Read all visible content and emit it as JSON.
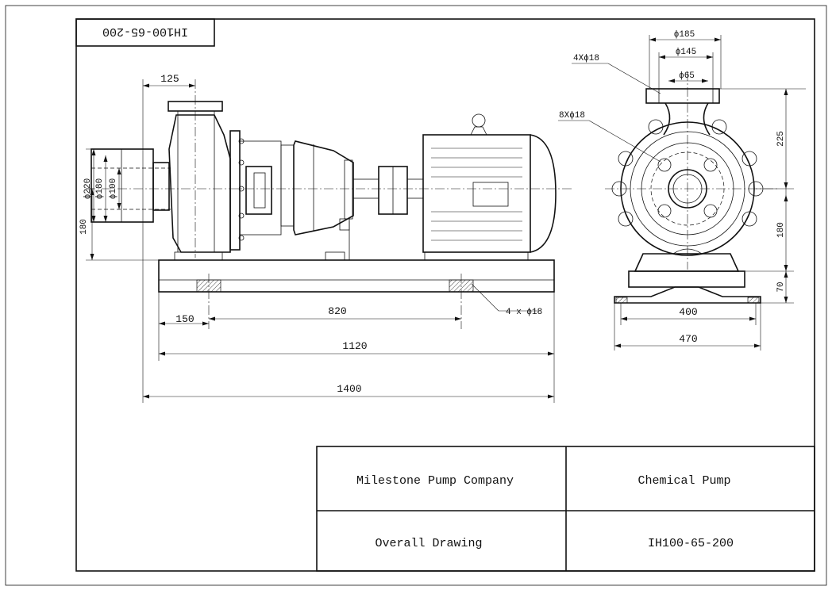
{
  "title_block": {
    "company": "Milestone Pump Company",
    "product": "Chemical Pump",
    "drawing_type": "Overall Drawing",
    "model": "IH100-65-200"
  },
  "corner_tag": "IH100-65-200",
  "side_view_dims": {
    "suction_offset": "125",
    "flange_d220": "ϕ220",
    "flange_d180": "ϕ180",
    "flange_d100": "ϕ100",
    "shaft_height": "180",
    "foot_left": "150",
    "foot_span": "820",
    "bolt_holes": "4 x ϕ18",
    "base_length": "1120",
    "overall_length": "1400"
  },
  "end_view_dims": {
    "flange_d185": "ϕ185",
    "flange_d145": "ϕ145",
    "flange_d65": "ϕ65",
    "outlet_holes": "4Xϕ18",
    "inlet_holes": "8Xϕ18",
    "outlet_height": "225",
    "center_height": "180",
    "base_height": "70",
    "foot_width": "400",
    "base_width": "470"
  }
}
